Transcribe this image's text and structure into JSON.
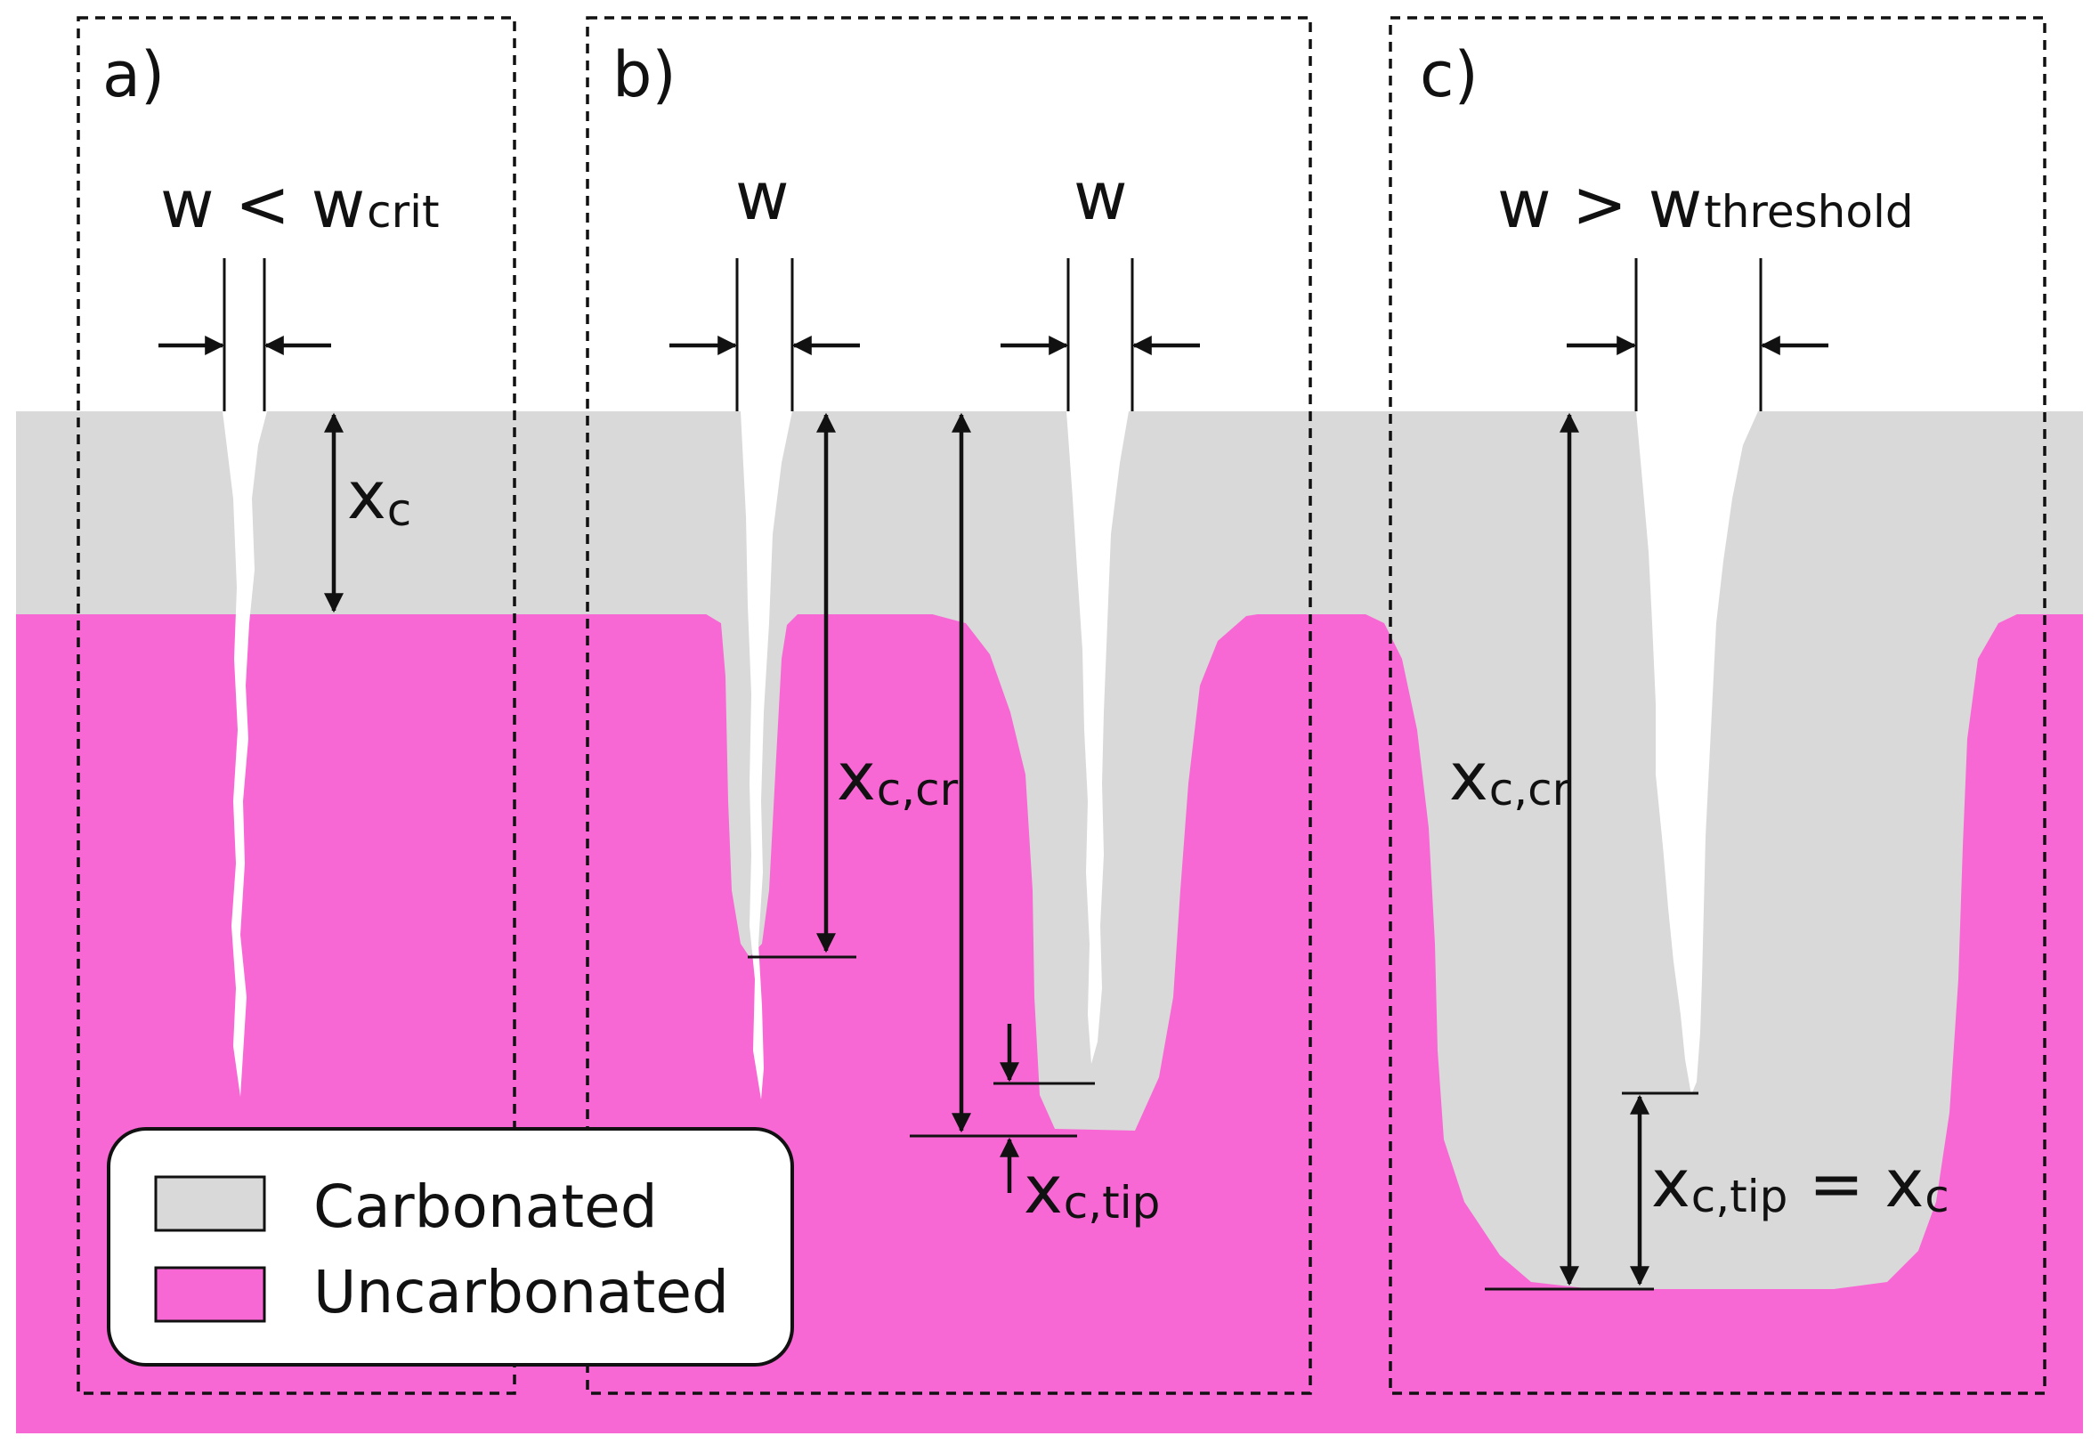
{
  "colors": {
    "carbonated": "#d9d9d9",
    "uncarbonated": "#f868d4",
    "crack": "#ffffff",
    "line": "#111111"
  },
  "panels": {
    "a": {
      "label": "a)",
      "w_main": "w < w",
      "w_sub": "crit",
      "depth_main": "x",
      "depth_sub": "c"
    },
    "b": {
      "label": "b)",
      "w1": "w",
      "w2": "w",
      "xccr_main": "x",
      "xccr_sub": "c,cr",
      "tip_main": "x",
      "tip_sub": "c,tip"
    },
    "c": {
      "label": "c)",
      "w_main": "w > w",
      "w_sub": "threshold",
      "xccr_main": "x",
      "xccr_sub": "c,cr",
      "tip_main": "x",
      "tip_sub": "c,tip",
      "tip_eq": " = x",
      "tip_eq_sub": "c"
    }
  },
  "legend": {
    "items": [
      {
        "label": "Carbonated",
        "color": "#d9d9d9"
      },
      {
        "label": "Uncarbonated",
        "color": "#f868d4"
      }
    ]
  }
}
